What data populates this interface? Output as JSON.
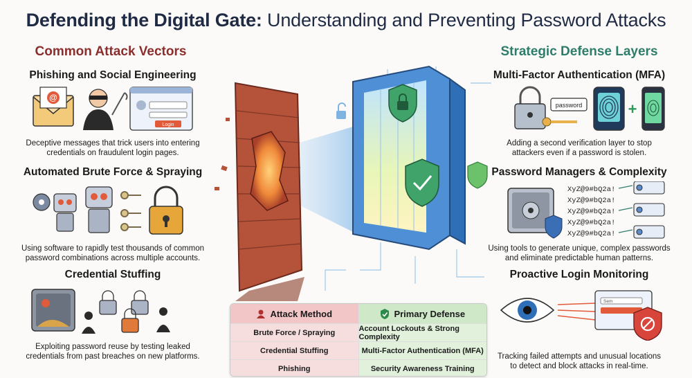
{
  "title": {
    "bold": "Defending the Digital Gate:",
    "rest": " Understanding and Preventing Password Attacks"
  },
  "left_column": {
    "heading": "Common Attack Vectors",
    "sections": [
      {
        "title": "Phishing and Social Engineering",
        "desc_lines": [
          "Deceptive messages that trick users into entering",
          "credentials on fraudulent login pages."
        ],
        "login_button": "Login"
      },
      {
        "title": "Automated Brute Force & Spraying",
        "desc_lines": [
          "Using software to rapidly test thousands of common",
          "password combinations across multiple accounts."
        ]
      },
      {
        "title": "Credential Stuffing",
        "desc_lines": [
          "Exploiting password reuse by testing leaked",
          "credentials from past breaches on new platforms."
        ]
      }
    ]
  },
  "right_column": {
    "heading": "Strategic Defense Layers",
    "sections": [
      {
        "title": "Multi-Factor Authentication (MFA)",
        "desc_lines": [
          "Adding a second verification layer to stop",
          "attackers even if a password is stolen."
        ],
        "password_bubble": "password",
        "plus": "+"
      },
      {
        "title": "Password Managers & Complexity",
        "desc_lines": [
          "Using tools to generate unique, complex passwords",
          "and eliminate predictable human patterns."
        ],
        "sample_passwords": [
          "XyZ@9#bQ2a!",
          "XyZ@9#bQ2a!",
          "XyZ@9#bQ2a!",
          "XyZ@9#bQ2a!",
          "XyZ@9#bQ2a!"
        ]
      },
      {
        "title": "Proactive Login Monitoring",
        "desc_lines": [
          "Tracking failed attempts and unusual locations",
          "to detect and block attacks in real-time."
        ],
        "login_label": "Sem"
      }
    ]
  },
  "table": {
    "headers": {
      "left": "Attack Method",
      "right": "Primary Defense"
    },
    "rows": [
      {
        "attack": "Brute Force / Spraying",
        "defense": "Account Lockouts & Strong Complexity"
      },
      {
        "attack": "Credential Stuffing",
        "defense": "Multi-Factor Authentication (MFA)"
      },
      {
        "attack": "Phishing",
        "defense": "Security Awareness Training"
      }
    ]
  },
  "colors": {
    "attack_red": "#8b2e2e",
    "defense_green": "#2e7d6a",
    "title_navy": "#1f2a44",
    "brick": "#b5533a",
    "gate_blue": "#4f8fd6"
  }
}
